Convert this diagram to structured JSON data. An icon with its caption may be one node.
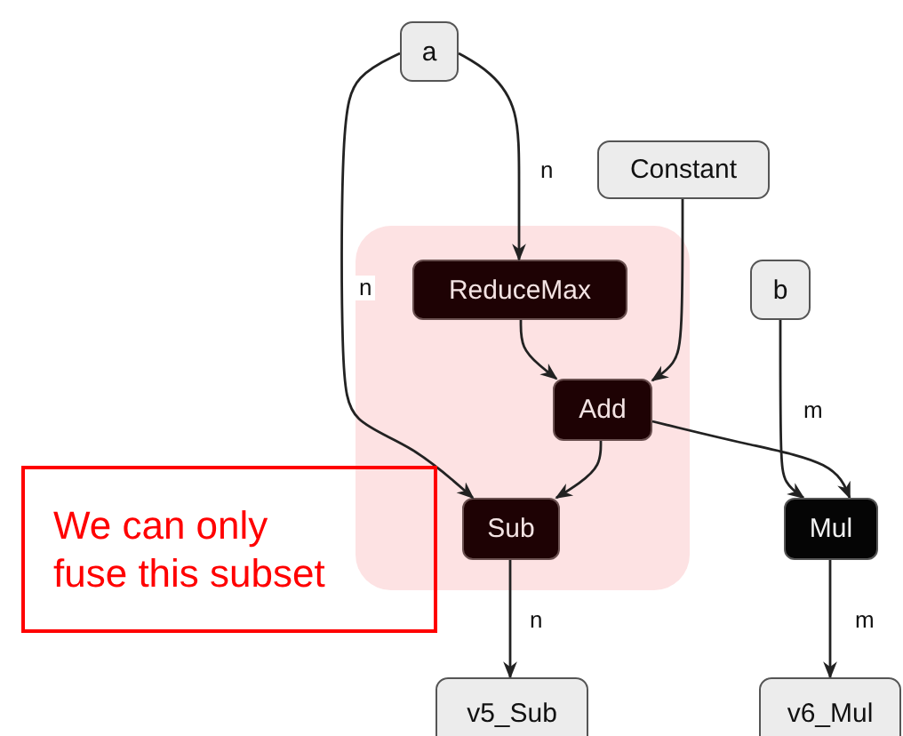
{
  "diagram": {
    "nodes": [
      {
        "text": [
          "a"
        ]
      },
      {
        "text": [
          "Constant"
        ]
      },
      {
        "text": [],
        "shape": "box"
      },
      {
        "text": [
          "ReduceMax"
        ],
        "in": 2
      },
      {
        "text": [
          "b"
        ]
      },
      {
        "text": [
          "Add"
        ],
        "in": 2
      },
      {
        "text": [
          "We can only fuse this subset"
        ]
      },
      {
        "text": [
          "Sub"
        ],
        "in": 2
      },
      {
        "text": [
          "Mul"
        ]
      },
      {
        "text": [
          "v5_Sub"
        ]
      },
      {
        "text": [
          "v6_Mul"
        ]
      }
    ],
    "edges": [
      {
        "from": 0,
        "to": 3,
        "arrow": "to",
        "label": "n"
      },
      {
        "from": 0,
        "to": 7,
        "arrow": "to",
        "label": "n"
      },
      {
        "from": 1,
        "to": 5,
        "arrow": "to"
      },
      {
        "from": 3,
        "to": 5,
        "arrow": "to"
      },
      {
        "from": 5,
        "to": 7,
        "arrow": "to"
      },
      {
        "from": 4,
        "to": 8,
        "arrow": "to",
        "label": "m"
      },
      {
        "from": 5,
        "to": 8,
        "arrow": "to"
      },
      {
        "from": 7,
        "to": 9,
        "arrow": "to",
        "label": "n"
      },
      {
        "from": 8,
        "to": 10,
        "arrow": "to",
        "label": "m"
      }
    ]
  }
}
